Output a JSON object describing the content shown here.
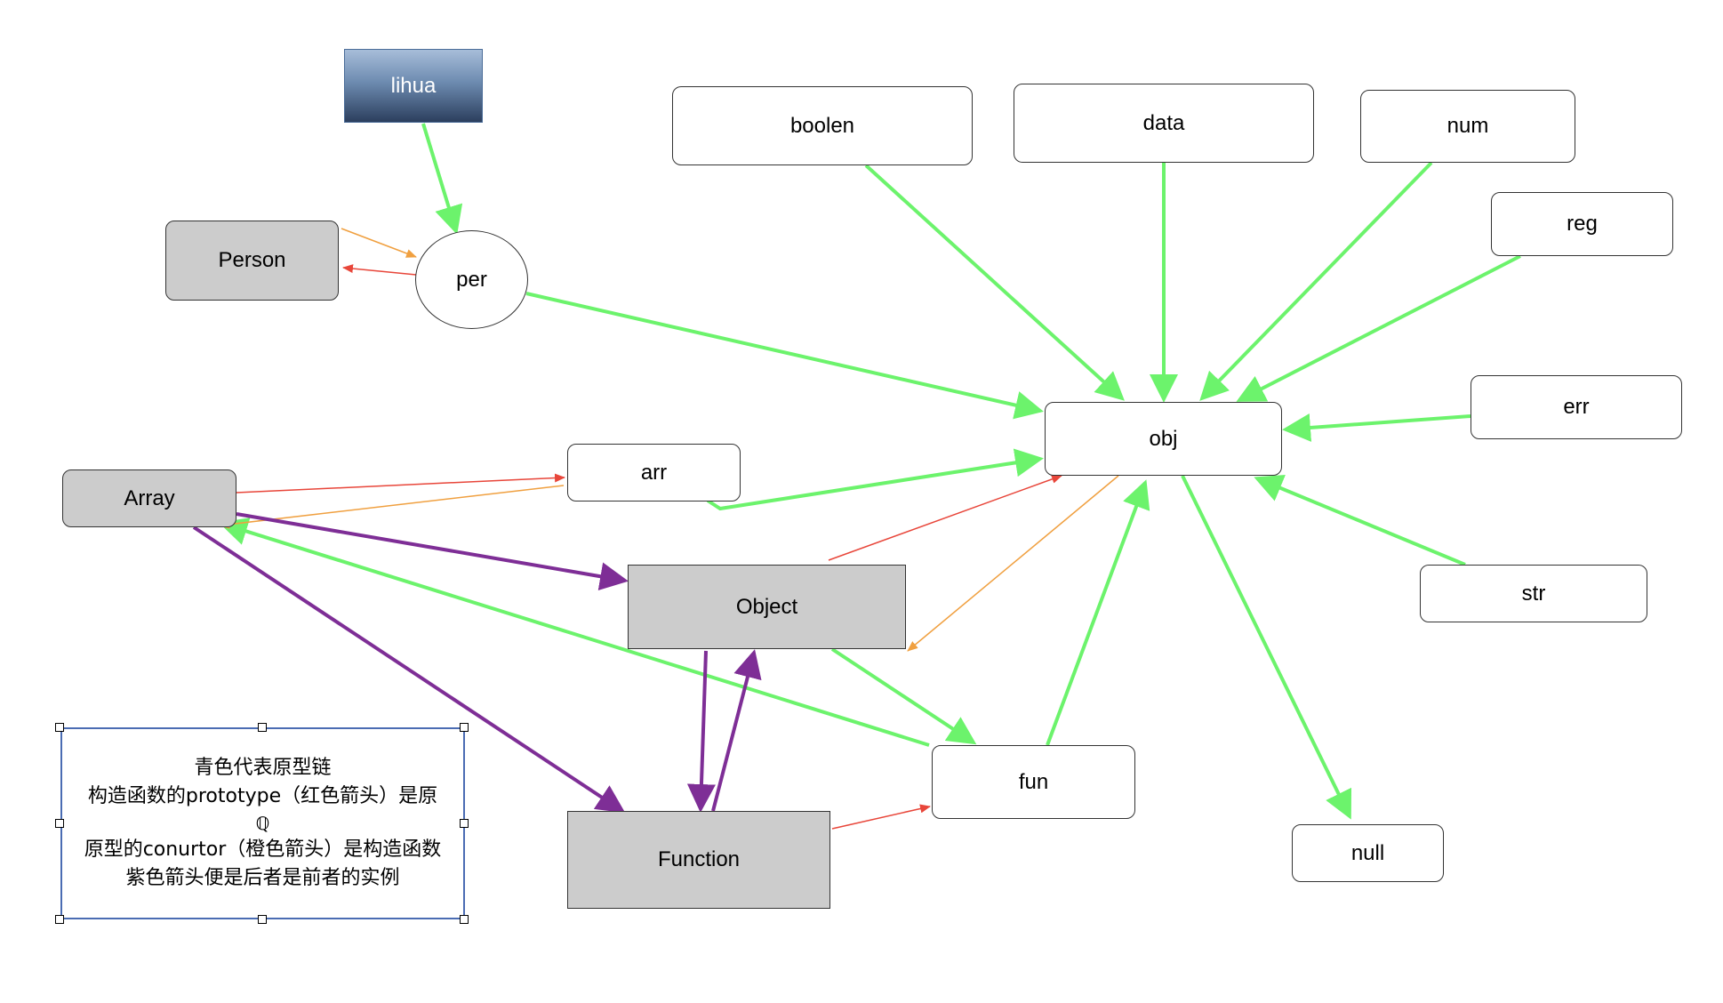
{
  "diagram": {
    "nodes": {
      "lihua": "lihua",
      "person": "Person",
      "per": "per",
      "boolen": "boolen",
      "data": "data",
      "num": "num",
      "reg": "reg",
      "err": "err",
      "obj": "obj",
      "str": "str",
      "array": "Array",
      "arr": "arr",
      "object": "Object",
      "fun": "fun",
      "function": "Function",
      "null": "null"
    },
    "legend": {
      "lines": [
        "青色代表原型链",
        "构造函数的prototype（红色箭头）是原",
        "ℚ",
        "原型的conurtor（橙色箭头）是构造函数",
        "紫色箭头便是后者是前者的实例"
      ]
    },
    "colors": {
      "green": "#6cf36c",
      "red": "#e8463a",
      "orange": "#f0a040",
      "purple": "#7e2e96"
    }
  }
}
